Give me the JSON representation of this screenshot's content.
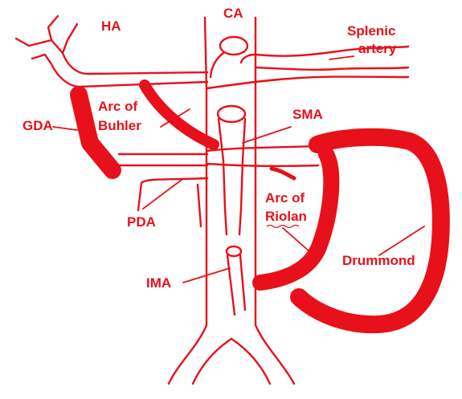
{
  "colors": {
    "vessel": "#e8101a",
    "label": "#e8101a",
    "background": "#ffffff"
  },
  "labels": {
    "ha": "HA",
    "ca": "CA",
    "splenic_line1": "Splenic",
    "splenic_line2": "artery",
    "gda": "GDA",
    "buhler_line1": "Arc of",
    "buhler_line2": "Buhler",
    "sma": "SMA",
    "pda": "PDA",
    "riolan_line1": "Arc of",
    "riolan_line2": "Riolan",
    "drummond": "Drummond",
    "ima": "IMA"
  }
}
